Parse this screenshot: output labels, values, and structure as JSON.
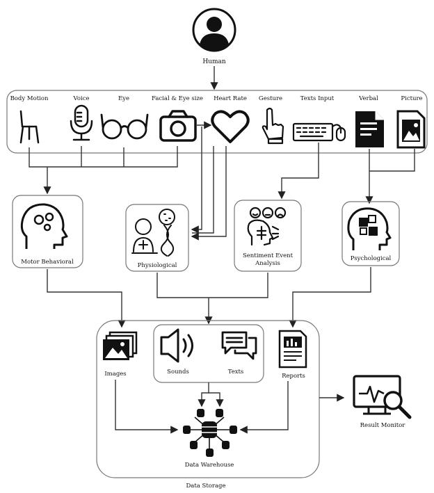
{
  "human": {
    "label": "Human"
  },
  "inputs": [
    {
      "label": "Body Motion",
      "icon": "chair-icon"
    },
    {
      "label": "Voice",
      "icon": "microphone-icon"
    },
    {
      "label": "Eye",
      "icon": "glasses-icon"
    },
    {
      "label": "Facial & Eye size",
      "icon": "camera-icon"
    },
    {
      "label": "Heart Rate",
      "icon": "heart-icon"
    },
    {
      "label": "Gesture",
      "icon": "pointing-hand-icon"
    },
    {
      "label": "Texts Input",
      "icon": "keyboard-mouse-icon"
    },
    {
      "label": "Verbal",
      "icon": "document-icon"
    },
    {
      "label": "Picture",
      "icon": "picture-file-icon"
    }
  ],
  "analysis": {
    "motor": {
      "label": "Motor Behavioral"
    },
    "physio": {
      "label": "Physiological"
    },
    "sentiment": {
      "line1": "Sentiment Event",
      "line2": "Analysis"
    },
    "psycho": {
      "label": "Psychological"
    }
  },
  "storage": {
    "images": "Images",
    "sounds": "Sounds",
    "texts": "Texts",
    "reports": "Reports",
    "warehouse": "Data Warehouse",
    "title": "Data Storage"
  },
  "monitor": {
    "label": "Result Monitor"
  }
}
